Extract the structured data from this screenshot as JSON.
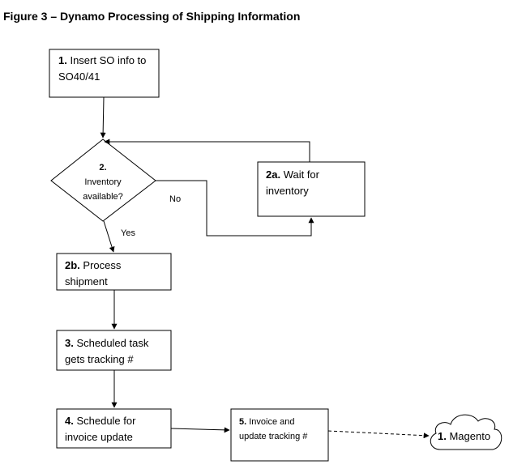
{
  "figure": {
    "title": "Figure 3 – Dynamo Processing of Shipping Information"
  },
  "nodes": {
    "insert_so": {
      "num": "1.",
      "text": " Insert SO info to",
      "line2": "SO40/41"
    },
    "inventory_decision": {
      "num": "2.",
      "line1": "Inventory",
      "line2": "available?"
    },
    "wait_inventory": {
      "num": "2a.",
      "text": " Wait for",
      "line2": "inventory"
    },
    "process_shipment": {
      "num": "2b.",
      "text": " Process",
      "line2": "shipment"
    },
    "scheduled_task": {
      "num": "3.",
      "text": " Scheduled task",
      "line2": "gets tracking #"
    },
    "schedule_invoice": {
      "num": "4.",
      "text": " Schedule for",
      "line2": "invoice update"
    },
    "invoice_tracking": {
      "num": "5.",
      "text": " Invoice and",
      "line2": "update tracking #"
    },
    "magento": {
      "num": "1.",
      "text": " Magento"
    }
  },
  "edges": {
    "no_label": "No",
    "yes_label": "Yes"
  }
}
